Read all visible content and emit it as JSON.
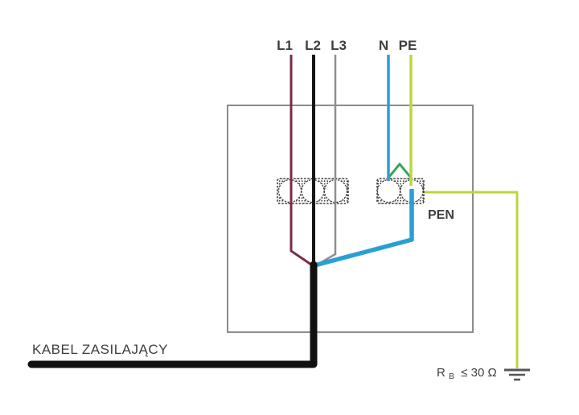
{
  "labels": {
    "l1": "L1",
    "l2": "L2",
    "l3": "L3",
    "n": "N",
    "pe": "PE",
    "pen": "PEN",
    "supply_cable": "KABEL ZASILAJĄCY",
    "earth_r": "R",
    "earth_r_sub": "B",
    "earth_r_value": "≤ 30 Ω"
  },
  "colors": {
    "l1": "#7b2b45",
    "l2": "#161616",
    "l3": "#8f8f8f",
    "n": "#2a9fd4",
    "pe": "#bdd63c",
    "pen_bridge": "#3aa55c",
    "enclosure": "#8c8c8c",
    "cable": "#111111",
    "ground": "#555555",
    "text": "#3e3e3e"
  }
}
